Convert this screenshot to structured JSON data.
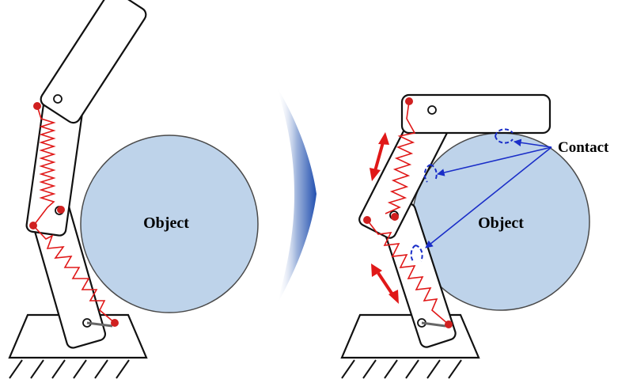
{
  "labels": {
    "object_left": "Object",
    "object_right": "Object",
    "contact": "Contact"
  },
  "colors": {
    "object_fill": "#bed3ea",
    "object_stroke": "#4a4a4a",
    "spring": "#e01818",
    "joint": "#d02020",
    "arrow": "#e01818",
    "contact_blue": "#1a2ec8",
    "link_stroke": "#111111"
  }
}
